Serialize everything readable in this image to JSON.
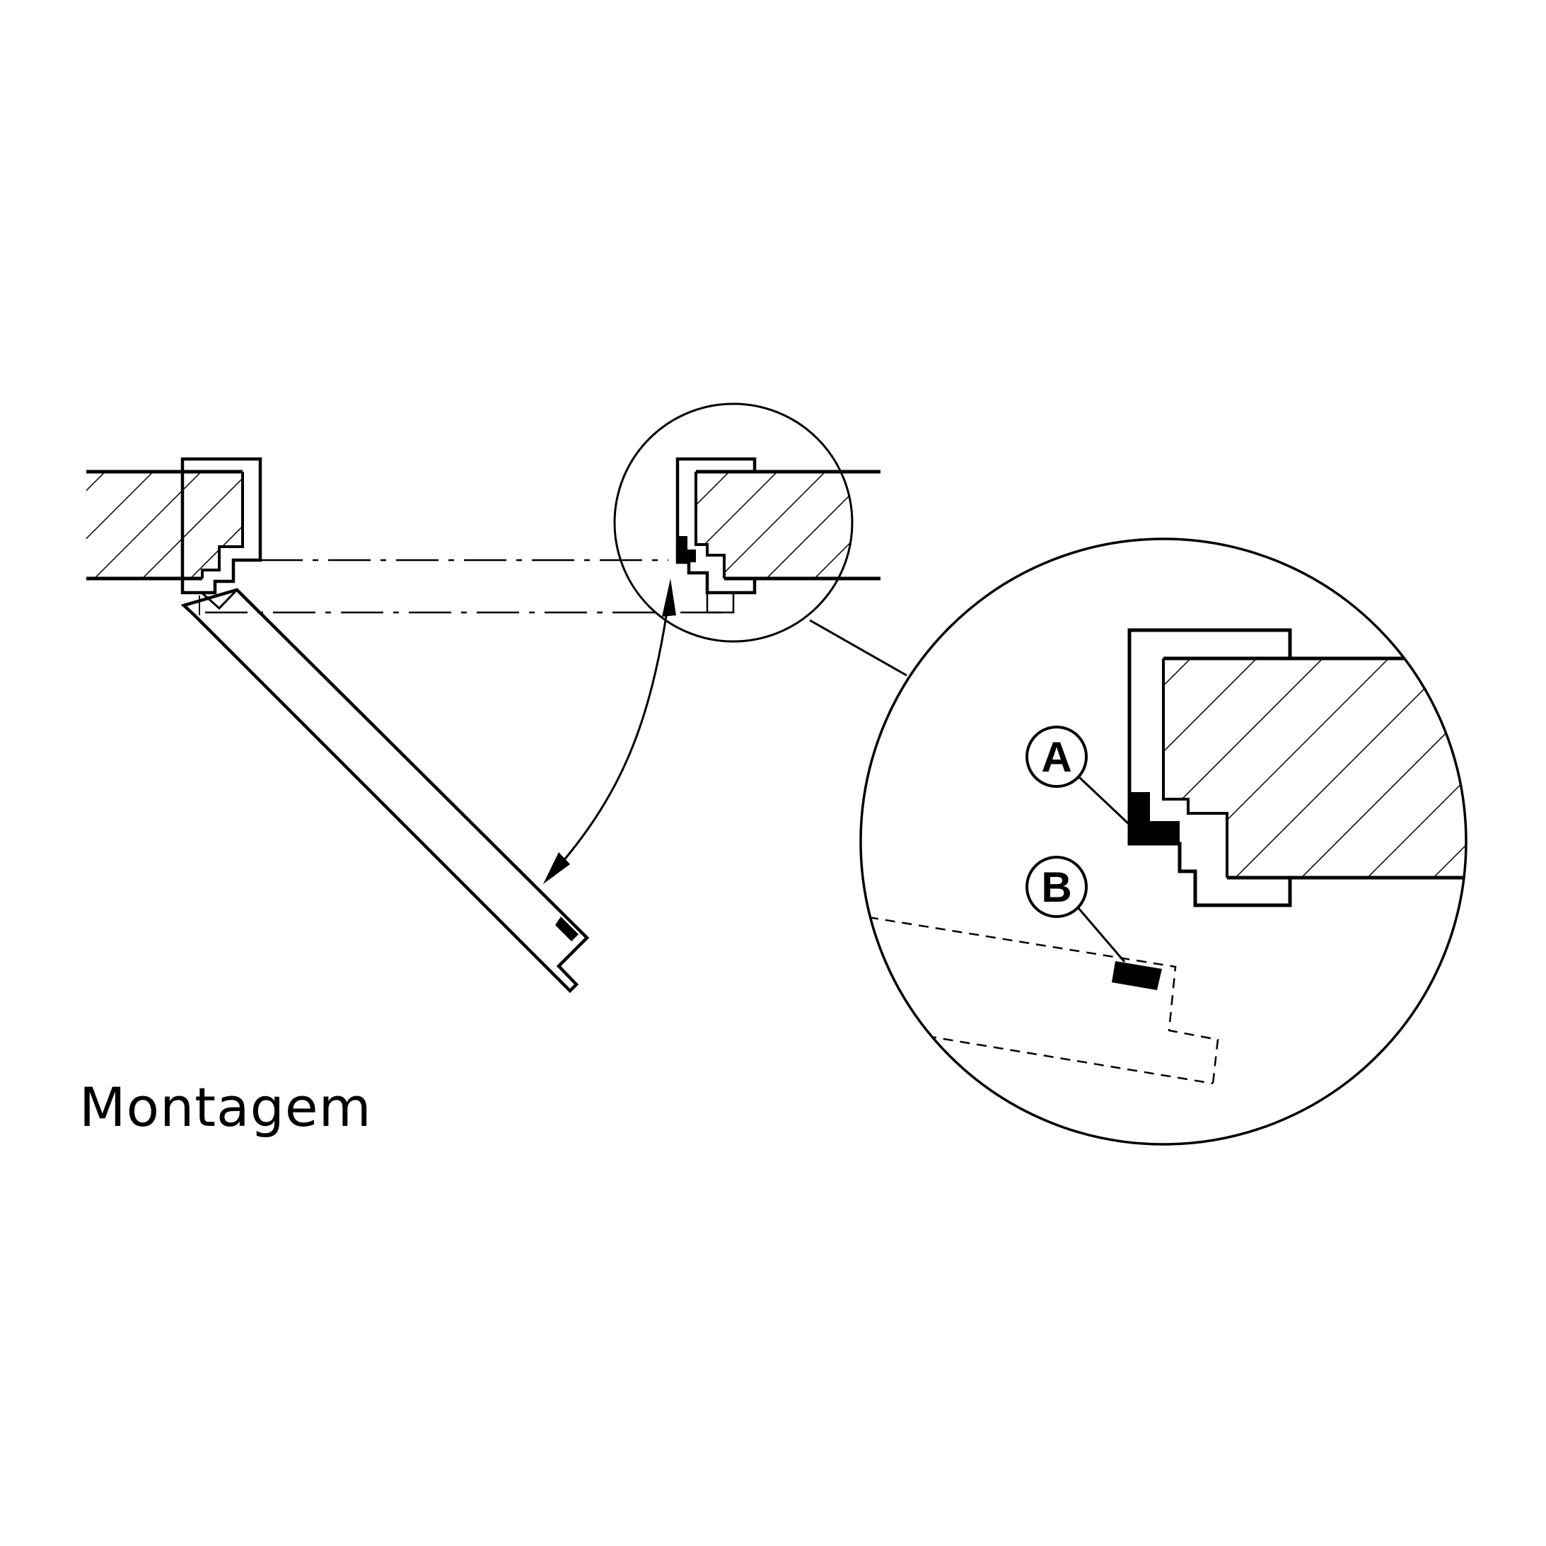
{
  "caption": "Montagem",
  "callouts": [
    {
      "label": "A"
    },
    {
      "label": "B"
    }
  ],
  "colors": {
    "ink": "#000000",
    "background": "#ffffff"
  }
}
